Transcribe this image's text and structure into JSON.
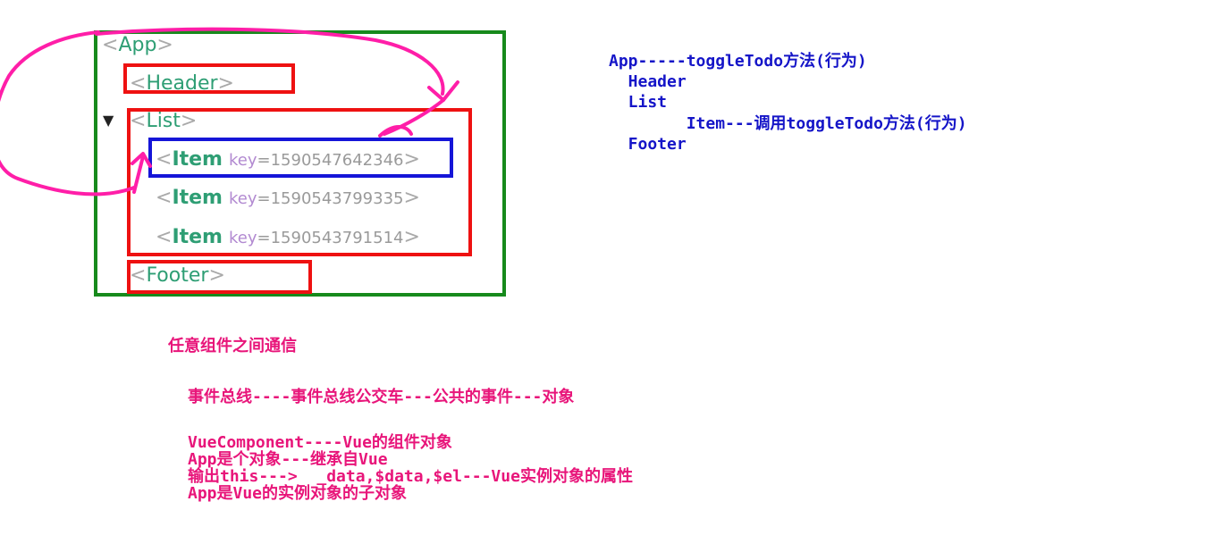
{
  "tree": {
    "app": {
      "open": "<",
      "name": "App",
      "close": ">"
    },
    "header": {
      "open": "<",
      "name": "Header",
      "close": ">"
    },
    "list": {
      "caret": "▼",
      "open": "<",
      "name": "List",
      "close": ">"
    },
    "items": [
      {
        "open": "<",
        "name": "Item",
        "attr": "key",
        "eq": "=",
        "value": "1590547642346",
        "close": ">"
      },
      {
        "open": "<",
        "name": "Item",
        "attr": "key",
        "eq": "=",
        "value": "1590543799335",
        "close": ">"
      },
      {
        "open": "<",
        "name": "Item",
        "attr": "key",
        "eq": "=",
        "value": "1590543791514",
        "close": ">"
      }
    ],
    "footer": {
      "open": "<",
      "name": "Footer",
      "close": ">"
    }
  },
  "structure_notes": {
    "line1": "App-----toggleTodo方法(行为)",
    "line2": "  Header",
    "line3": "  List",
    "line4": "        Item---调用toggleTodo方法(行为)",
    "line5": "  Footer"
  },
  "communication_notes": {
    "title": "任意组件之间通信",
    "event_bus": "事件总线----事件总线公交车---公共的事件---对象",
    "line1": "VueComponent----Vue的组件对象",
    "line2": "App是个对象---继承自Vue",
    "line3": "输出this--->  _data,$data,$el---Vue实例对象的属性",
    "line4": "App是Vue的实例对象的子对象"
  },
  "colors": {
    "green_box": "#178a1c",
    "red_box": "#ee1111",
    "blue_box": "#1515d8",
    "arrow_magenta": "#ff1ea8",
    "note_blue": "#1515c8",
    "note_pink": "#e8157a"
  }
}
